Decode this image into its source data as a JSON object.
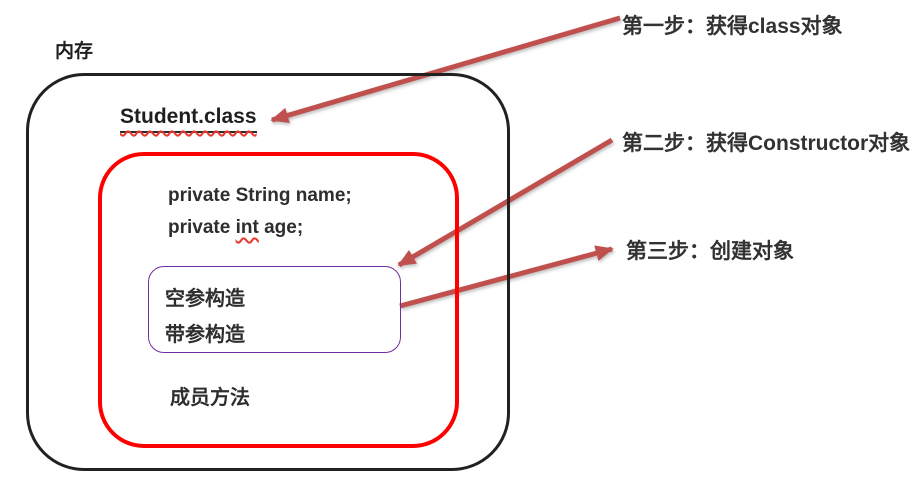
{
  "memory": {
    "label": "内存"
  },
  "class_box": {
    "title": "Student.class",
    "field_name": "private String name;",
    "field_age": {
      "prefix": "private ",
      "highlight": "int",
      "suffix": " age;"
    },
    "constructors": {
      "no_arg": "空参构造",
      "with_arg": "带参构造"
    },
    "member_method": "成员方法"
  },
  "steps": [
    {
      "label": "第一步：获得class对象"
    },
    {
      "label": "第二步：获得Constructor对象"
    },
    {
      "label": "第三步：创建对象"
    }
  ],
  "colors": {
    "arrow": "#C0504D",
    "outer_border": "#212121",
    "class_border": "#FF0000",
    "constructor_border": "#7030A0",
    "text": "#2B2B2B",
    "squiggle": "#E8372C"
  }
}
